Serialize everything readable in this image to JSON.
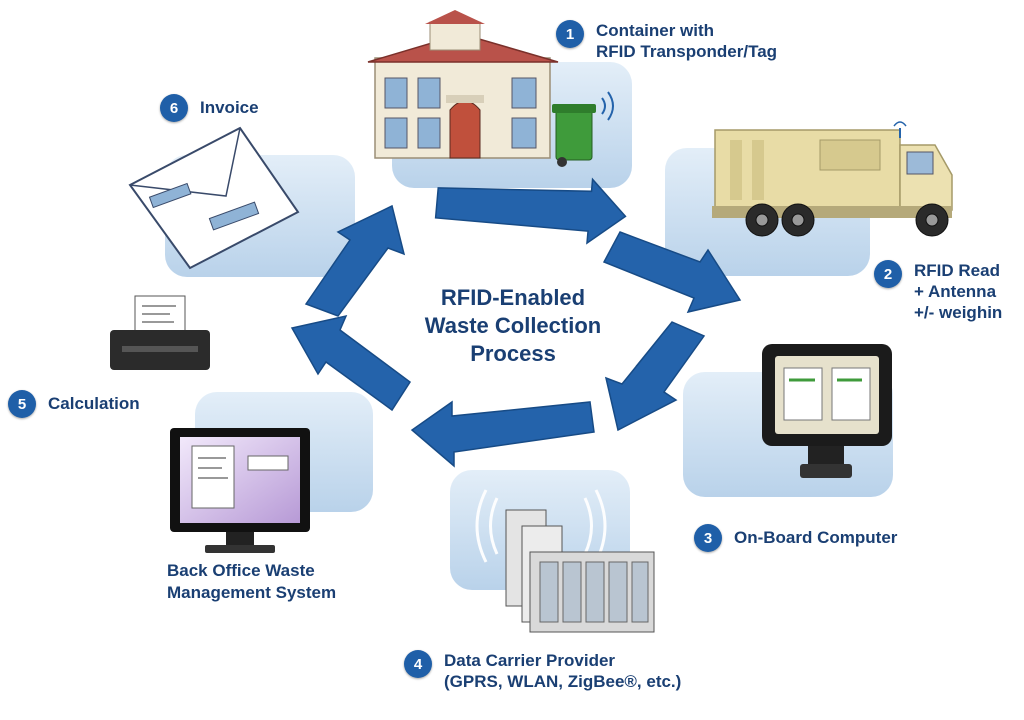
{
  "center": {
    "line1": "RFID-Enabled",
    "line2": "Waste Collection",
    "line3": "Process"
  },
  "steps": [
    {
      "number": "1",
      "line1": "Container with",
      "line2": "RFID Transponder/Tag"
    },
    {
      "number": "2",
      "line1": "RFID Read",
      "line2": "+ Antenna",
      "line3": "+/- weighin"
    },
    {
      "number": "3",
      "line1": "On-Board Computer"
    },
    {
      "number": "4",
      "line1": "Data Carrier Provider",
      "line2": "(GPRS, WLAN, ZigBee®, etc.)"
    },
    {
      "number": "5",
      "line1": "Calculation"
    },
    {
      "number": "6",
      "line1": "Invoice"
    }
  ],
  "back_office": {
    "line1": "Back Office Waste",
    "line2": "Management System"
  },
  "colors": {
    "arrow": "#2463ab",
    "badge": "#1f5fa8",
    "label_text": "#1a3f73",
    "panel": "#cfe1f1"
  }
}
